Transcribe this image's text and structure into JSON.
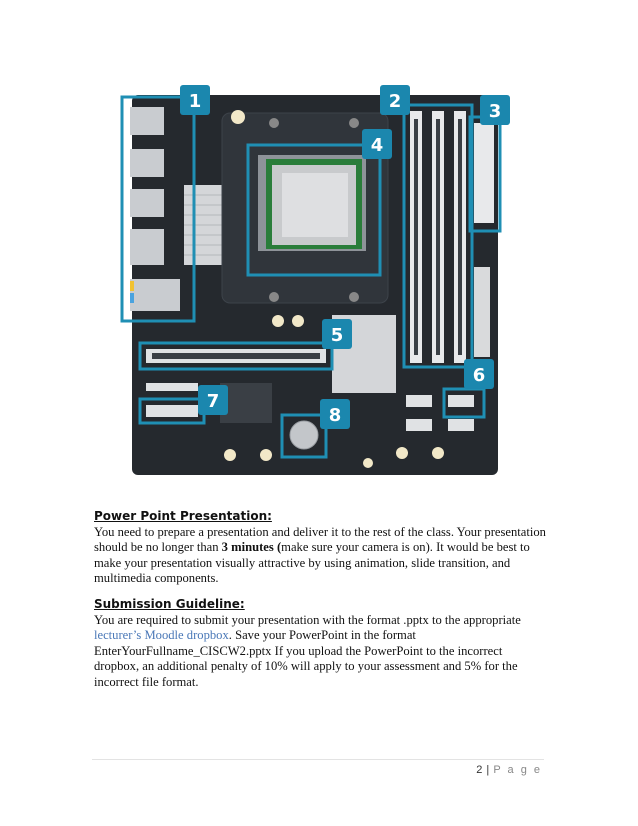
{
  "diagram": {
    "callouts": [
      "1",
      "2",
      "3",
      "4",
      "5",
      "6",
      "7",
      "8"
    ],
    "colors": {
      "board": "#25292e",
      "highlight": "#1f8fb4",
      "badge": "#1b87ae"
    }
  },
  "presentation": {
    "heading": "Power Point Presentation:",
    "text_before_bold": "You need to prepare a presentation and deliver it to the rest of the class. Your presentation should be no longer than ",
    "bold": "3 minutes (",
    "text_after_bold": "make sure your camera is on). It would be best to make your presentation visually attractive by using animation, slide transition, and multimedia components."
  },
  "submission": {
    "heading": "Submission Guideline:",
    "text_before_link": "You are required to submit your presentation with the format .pptx to the appropriate ",
    "link_text": "lecturer’s Moodle dropbox",
    "text_after_link": ".  Save your PowerPoint in the format EnterYourFullname_CISCW2.pptx If you upload the PowerPoint to the incorrect dropbox, an additional penalty of 10% will apply to your assessment and 5% for the incorrect file format."
  },
  "footer": {
    "page_number": "2",
    "separator": "|",
    "page_label": "P a g e"
  }
}
